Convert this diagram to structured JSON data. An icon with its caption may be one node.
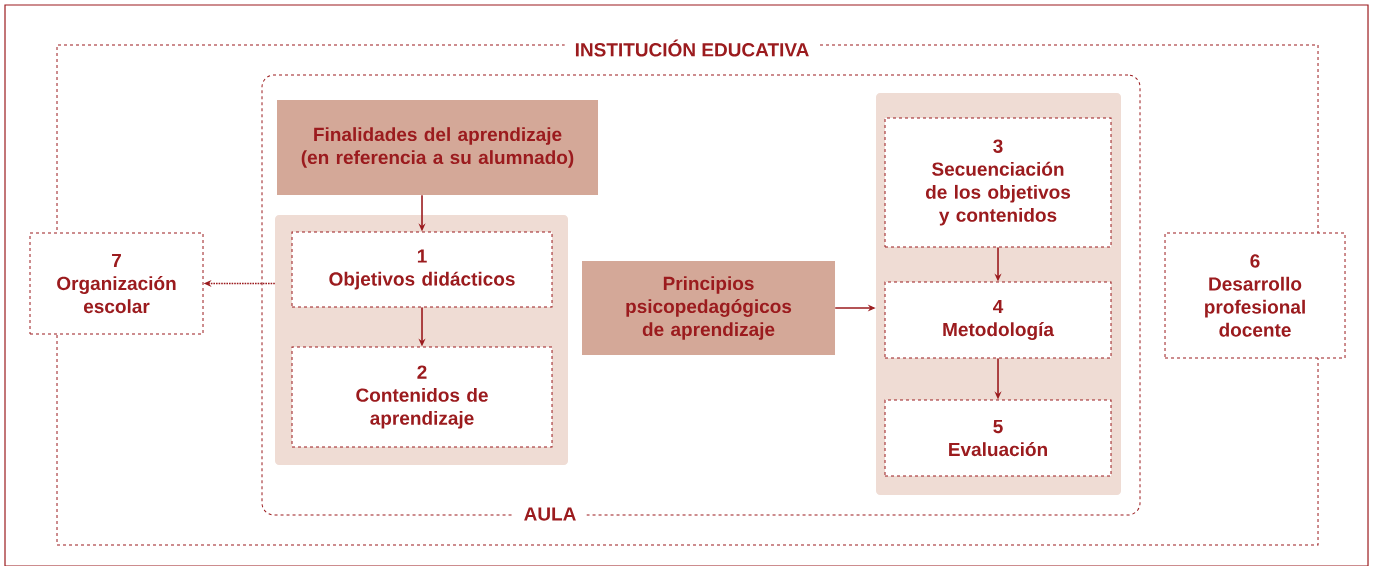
{
  "diagram": {
    "nodes": [
      {
        "text": [
          "INSTITUCIÓN EDUCATIVA"
        ]
      },
      {
        "text": [
          "AULA"
        ],
        "in": 0
      },
      {
        "text": [
          "Finalidades del aprendizaje (en referencia a su alumnado)"
        ],
        "in": 1
      },
      {
        "text": [],
        "shape": "box",
        "in": 1
      },
      {
        "text": [
          "1",
          "Objetivos didácticos"
        ],
        "in": 3
      },
      {
        "text": [
          "2",
          "Contenidos de aprendizaje"
        ],
        "in": 3
      },
      {
        "text": [
          "Principios psicopedagógicos de aprendizaje"
        ],
        "in": 1
      },
      {
        "text": [],
        "shape": "box",
        "in": 1
      },
      {
        "text": [
          "3",
          "Secuenciación de los objetivos y contenidos"
        ],
        "in": 7
      },
      {
        "text": [
          "4",
          "Metodología"
        ],
        "in": 7
      },
      {
        "text": [
          "5",
          "Evaluación"
        ],
        "in": 7
      },
      {
        "text": [
          "7",
          "Organización escolar"
        ]
      },
      {
        "text": [
          "6",
          "Desarrollo profesional docente"
        ]
      }
    ],
    "edges": [
      {
        "from": 2,
        "to": 4,
        "arrow": "to"
      },
      {
        "from": 4,
        "to": 5,
        "arrow": "to"
      },
      {
        "from": 6,
        "to": 7,
        "arrow": "to"
      },
      {
        "from": 8,
        "to": 9,
        "arrow": "to"
      },
      {
        "from": 9,
        "to": 10,
        "arrow": "to"
      },
      {
        "from": 3,
        "to": 11,
        "arrow": "to",
        "style": "dashed"
      }
    ]
  }
}
